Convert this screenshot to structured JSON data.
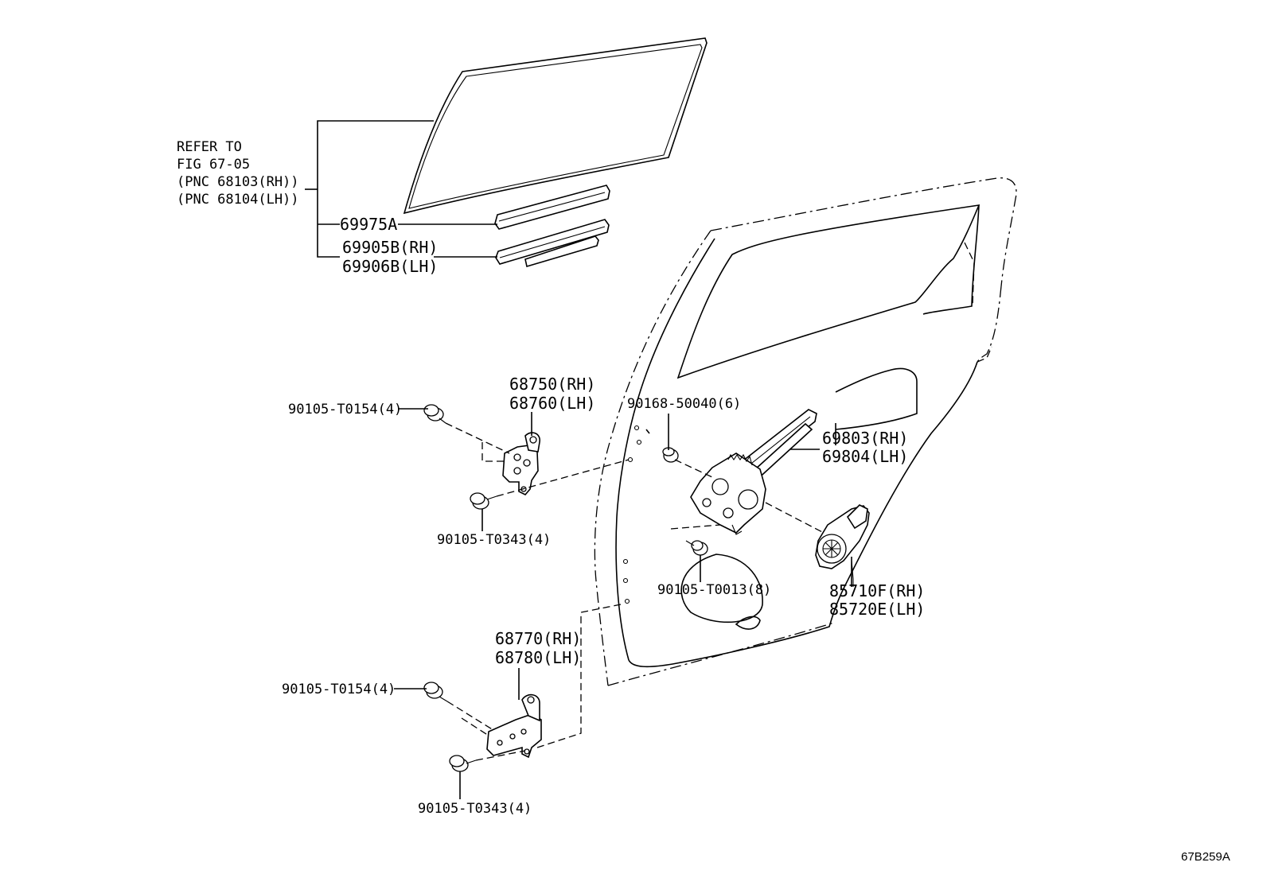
{
  "diagram": {
    "reference_note": [
      "REFER TO",
      "FIG 67-05",
      "(PNC 68103(RH))",
      "(PNC 68104(LH))"
    ],
    "parts": {
      "glass_run_a": "69975A",
      "weatherstrip_rh": "69905B(RH)",
      "weatherstrip_lh": "69906B(LH)",
      "upper_hinge_rh": "68750(RH)",
      "upper_hinge_lh": "68760(LH)",
      "lower_hinge_rh": "68770(RH)",
      "lower_hinge_lh": "68780(LH)",
      "regulator_rh": "69803(RH)",
      "regulator_lh": "69804(LH)",
      "motor_rh": "85710F(RH)",
      "motor_lh": "85720E(LH)",
      "upper_hinge_bolt_top": "90105-T0154(4)",
      "upper_hinge_bolt_bottom": "90105-T0343(4)",
      "lower_hinge_bolt_top": "90105-T0154(4)",
      "lower_hinge_bolt_bottom": "90105-T0343(4)",
      "regulator_nut": "90168-50040(6)",
      "regulator_bolt": "90105-T0013(8)"
    },
    "figure_code": "67B259A"
  }
}
